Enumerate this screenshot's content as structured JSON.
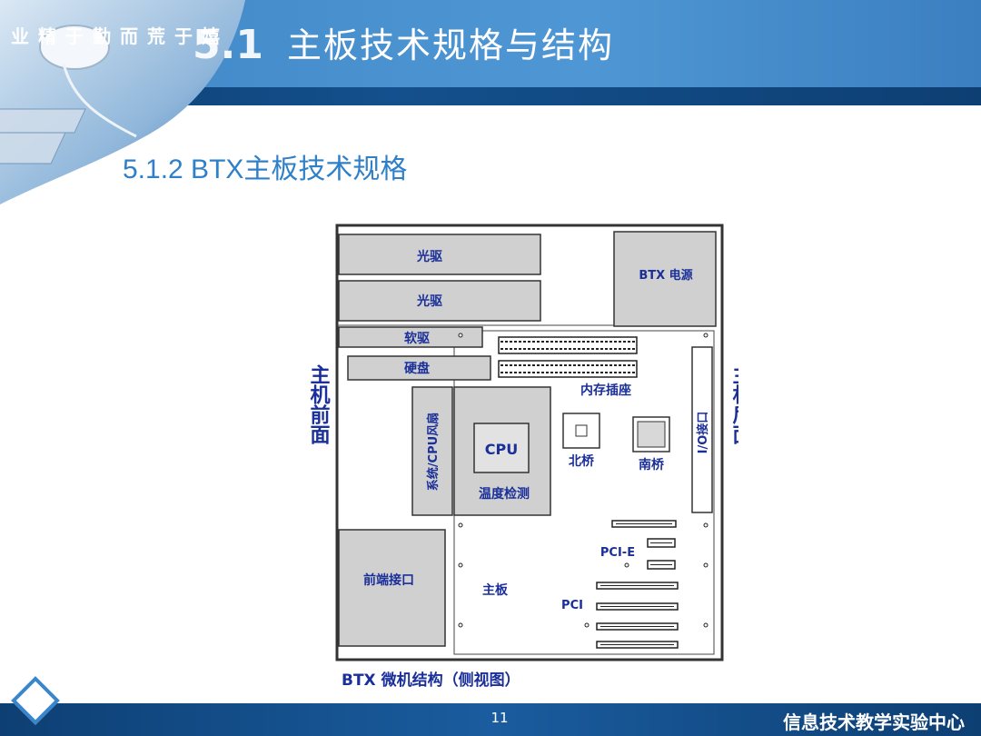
{
  "header": {
    "motto": "业精于勤而荒于嬉",
    "section_number": "5.1",
    "title": "主板技术规格与结构"
  },
  "subtitle": "5.1.2  BTX主板技术规格",
  "diagram": {
    "components": {
      "optical_drive_1": "光驱",
      "optical_drive_2": "光驱",
      "power_supply": "BTX 电源",
      "floppy_drive": "软驱",
      "hard_disk": "硬盘",
      "memory_slots": "内存插座",
      "fan": "系统/CPU风扇",
      "cpu": "CPU",
      "temperature": "温度检测",
      "north_bridge": "北桥",
      "south_bridge": "南桥",
      "io_port": "I/O接口",
      "pcie": "PCI-E",
      "pci": "PCI",
      "front_port": "前端接口",
      "mainboard": "主板"
    },
    "side_labels": {
      "front": "主机前面",
      "rear": "主机后面"
    },
    "caption": "BTX 微机结构（侧视图）"
  },
  "footer": {
    "page_number": "11",
    "center_name": "信息技术教学实验中心"
  }
}
